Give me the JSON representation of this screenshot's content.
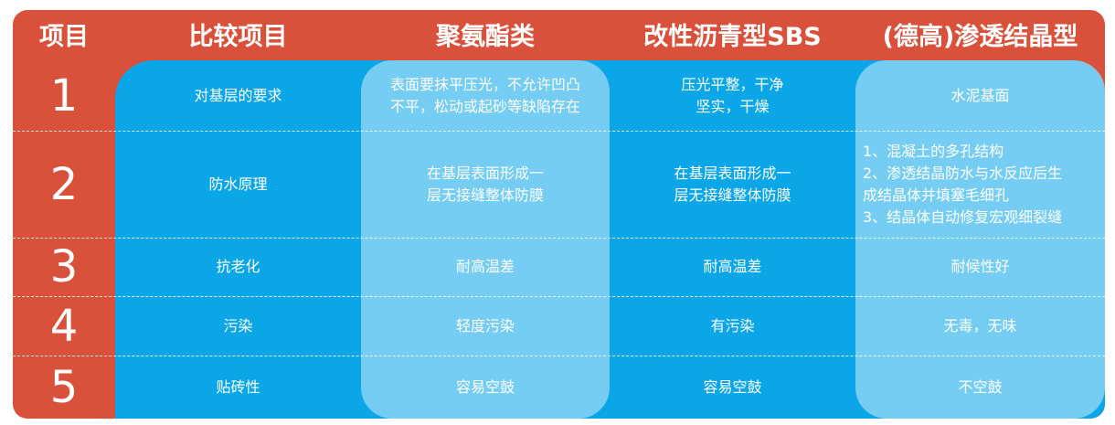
{
  "header": {
    "col0": "项目",
    "col1": "比较项目",
    "col2": "聚氨酯类",
    "col3": "改性沥青型SBS",
    "col4": "(德高)渗透结晶型"
  },
  "rows": [
    {
      "num": "1",
      "item": "对基层的要求",
      "polyurethane": "表面要抹平压光，不允许凹凸\n不平，松动或起砂等缺陷存在",
      "sbs": "压光平整，干净\n坚实，干燥",
      "crystalline": "水泥基面"
    },
    {
      "num": "2",
      "item": "防水原理",
      "polyurethane": "在基层表面形成一\n层无接缝整体防膜",
      "sbs": "在基层表面形成一\n层无接缝整体防膜",
      "crystalline": "1、混凝土的多孔结构\n2、渗透结晶防水与水反应后生\n    成结晶体并填塞毛细孔\n3、结晶体自动修复宏观细裂缝"
    },
    {
      "num": "3",
      "item": "抗老化",
      "polyurethane": "耐高温差",
      "sbs": "耐高温差",
      "crystalline": "耐候性好"
    },
    {
      "num": "4",
      "item": "污染",
      "polyurethane": "轻度污染",
      "sbs": "有污染",
      "crystalline": "无毒，无味"
    },
    {
      "num": "5",
      "item": "贴砖性",
      "polyurethane": "容易空鼓",
      "sbs": "容易空鼓",
      "crystalline": "不空鼓"
    }
  ],
  "colors": {
    "frame": "#d9513a",
    "panel": "#0aa6e8",
    "highlight_column": "#7fd0f4",
    "text": "#ffffff"
  }
}
